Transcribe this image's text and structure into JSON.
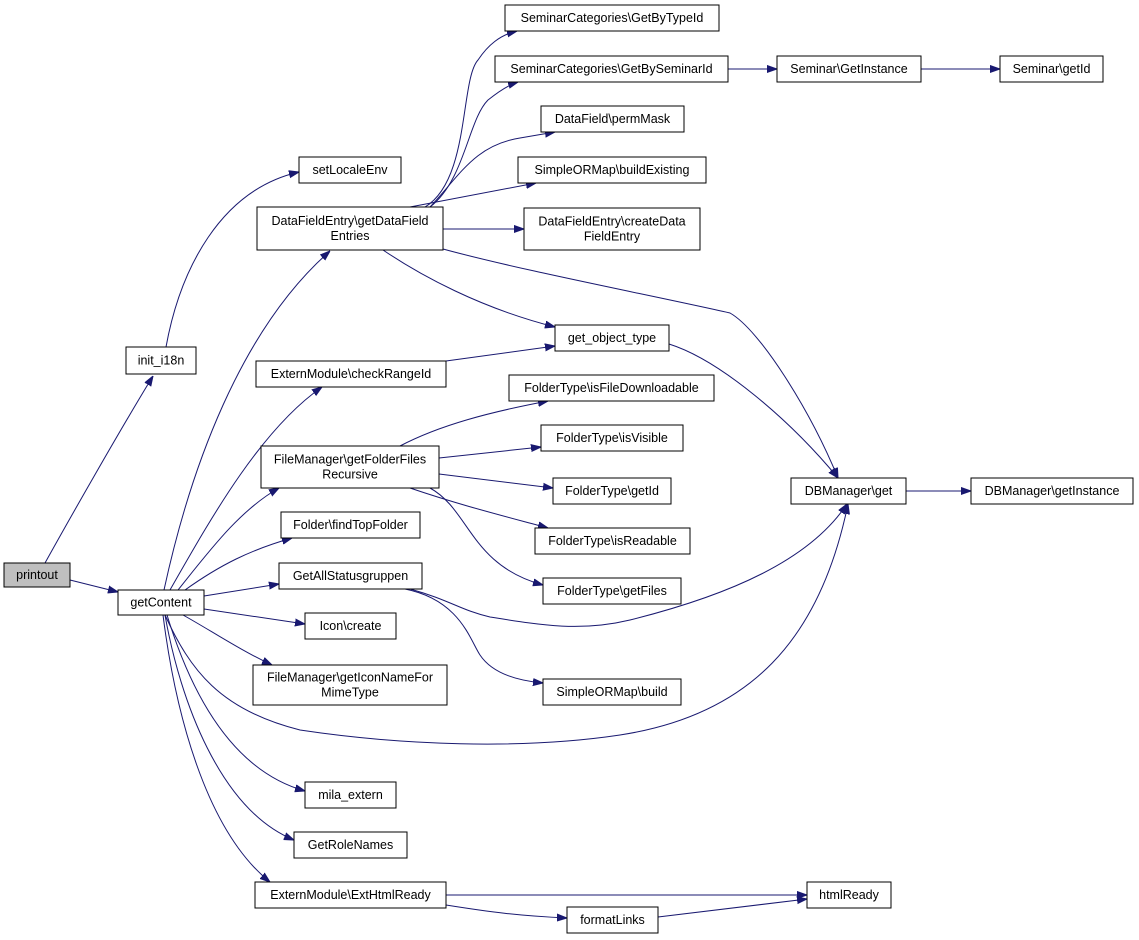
{
  "colors": {
    "edge": "#191970",
    "node_fill": "#ffffff",
    "root_fill": "#bfbfbf",
    "border": "#000000"
  },
  "nodes": [
    {
      "id": "printout",
      "lines": [
        "printout"
      ],
      "root": true
    },
    {
      "id": "init_i18n",
      "lines": [
        "init_i18n"
      ]
    },
    {
      "id": "getContent",
      "lines": [
        "getContent"
      ]
    },
    {
      "id": "setLocaleEnv",
      "lines": [
        "setLocaleEnv"
      ]
    },
    {
      "id": "getDataFieldEntries",
      "lines": [
        "DataFieldEntry\\getDataField",
        "Entries"
      ]
    },
    {
      "id": "checkRangeId",
      "lines": [
        "ExternModule\\checkRangeId"
      ]
    },
    {
      "id": "getFolderFilesRecursive",
      "lines": [
        "FileManager\\getFolderFiles",
        "Recursive"
      ]
    },
    {
      "id": "findTopFolder",
      "lines": [
        "Folder\\findTopFolder"
      ]
    },
    {
      "id": "GetAllStatusgruppen",
      "lines": [
        "GetAllStatusgruppen"
      ]
    },
    {
      "id": "iconCreate",
      "lines": [
        "Icon\\create"
      ]
    },
    {
      "id": "getIconNameForMimeType",
      "lines": [
        "FileManager\\getIconNameFor",
        "MimeType"
      ]
    },
    {
      "id": "mila_extern",
      "lines": [
        "mila_extern"
      ]
    },
    {
      "id": "GetRoleNames",
      "lines": [
        "GetRoleNames"
      ]
    },
    {
      "id": "ExtHtmlReady",
      "lines": [
        "ExternModule\\ExtHtmlReady"
      ]
    },
    {
      "id": "GetByTypeId",
      "lines": [
        "SeminarCategories\\GetByTypeId"
      ]
    },
    {
      "id": "GetBySeminarId",
      "lines": [
        "SeminarCategories\\GetBySeminarId"
      ]
    },
    {
      "id": "permMask",
      "lines": [
        "DataField\\permMask"
      ]
    },
    {
      "id": "buildExisting",
      "lines": [
        "SimpleORMap\\buildExisting"
      ]
    },
    {
      "id": "createDataFieldEntry",
      "lines": [
        "DataFieldEntry\\createData",
        "FieldEntry"
      ]
    },
    {
      "id": "get_object_type",
      "lines": [
        "get_object_type"
      ]
    },
    {
      "id": "isFileDownloadable",
      "lines": [
        "FolderType\\isFileDownloadable"
      ]
    },
    {
      "id": "isVisible",
      "lines": [
        "FolderType\\isVisible"
      ]
    },
    {
      "id": "folderGetId",
      "lines": [
        "FolderType\\getId"
      ]
    },
    {
      "id": "isReadable",
      "lines": [
        "FolderType\\isReadable"
      ]
    },
    {
      "id": "getFiles",
      "lines": [
        "FolderType\\getFiles"
      ]
    },
    {
      "id": "sormBuild",
      "lines": [
        "SimpleORMap\\build"
      ]
    },
    {
      "id": "formatLinks",
      "lines": [
        "formatLinks"
      ]
    },
    {
      "id": "seminarGetInstance",
      "lines": [
        "Seminar\\GetInstance"
      ]
    },
    {
      "id": "dbGet",
      "lines": [
        "DBManager\\get"
      ]
    },
    {
      "id": "htmlReady",
      "lines": [
        "htmlReady"
      ]
    },
    {
      "id": "seminarGetId",
      "lines": [
        "Seminar\\getId"
      ]
    },
    {
      "id": "dbGetInstance",
      "lines": [
        "DBManager\\getInstance"
      ]
    }
  ],
  "edges": [
    {
      "from": "printout",
      "to": "init_i18n"
    },
    {
      "from": "printout",
      "to": "getContent"
    },
    {
      "from": "init_i18n",
      "to": "setLocaleEnv"
    },
    {
      "from": "getContent",
      "to": "getDataFieldEntries"
    },
    {
      "from": "getContent",
      "to": "checkRangeId"
    },
    {
      "from": "getContent",
      "to": "getFolderFilesRecursive"
    },
    {
      "from": "getContent",
      "to": "findTopFolder"
    },
    {
      "from": "getContent",
      "to": "GetAllStatusgruppen"
    },
    {
      "from": "getContent",
      "to": "iconCreate"
    },
    {
      "from": "getContent",
      "to": "getIconNameForMimeType"
    },
    {
      "from": "getContent",
      "to": "dbGet"
    },
    {
      "from": "getContent",
      "to": "mila_extern"
    },
    {
      "from": "getContent",
      "to": "GetRoleNames"
    },
    {
      "from": "getContent",
      "to": "ExtHtmlReady"
    },
    {
      "from": "getDataFieldEntries",
      "to": "GetByTypeId"
    },
    {
      "from": "getDataFieldEntries",
      "to": "GetBySeminarId"
    },
    {
      "from": "getDataFieldEntries",
      "to": "permMask"
    },
    {
      "from": "getDataFieldEntries",
      "to": "buildExisting"
    },
    {
      "from": "getDataFieldEntries",
      "to": "createDataFieldEntry"
    },
    {
      "from": "getDataFieldEntries",
      "to": "get_object_type"
    },
    {
      "from": "getDataFieldEntries",
      "to": "dbGet"
    },
    {
      "from": "checkRangeId",
      "to": "get_object_type"
    },
    {
      "from": "get_object_type",
      "to": "dbGet"
    },
    {
      "from": "getFolderFilesRecursive",
      "to": "isFileDownloadable"
    },
    {
      "from": "getFolderFilesRecursive",
      "to": "isVisible"
    },
    {
      "from": "getFolderFilesRecursive",
      "to": "folderGetId"
    },
    {
      "from": "getFolderFilesRecursive",
      "to": "isReadable"
    },
    {
      "from": "getFolderFilesRecursive",
      "to": "getFiles"
    },
    {
      "from": "GetAllStatusgruppen",
      "to": "sormBuild"
    },
    {
      "from": "GetAllStatusgruppen",
      "to": "dbGet"
    },
    {
      "from": "GetBySeminarId",
      "to": "seminarGetInstance"
    },
    {
      "from": "seminarGetInstance",
      "to": "seminarGetId"
    },
    {
      "from": "dbGet",
      "to": "dbGetInstance"
    },
    {
      "from": "ExtHtmlReady",
      "to": "htmlReady"
    },
    {
      "from": "ExtHtmlReady",
      "to": "formatLinks"
    },
    {
      "from": "formatLinks",
      "to": "htmlReady"
    }
  ]
}
